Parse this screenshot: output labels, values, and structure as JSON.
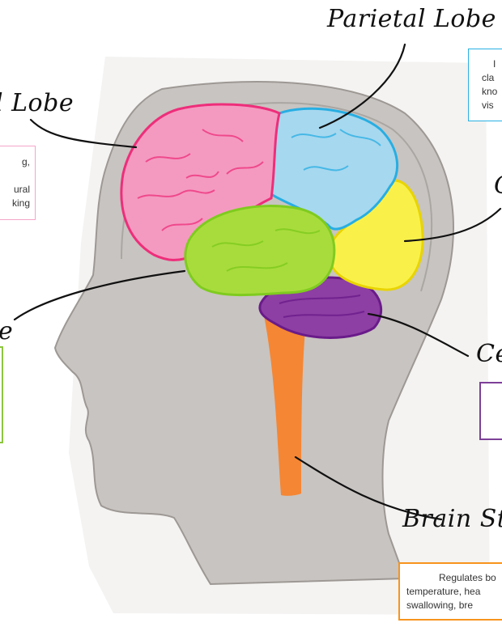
{
  "labels": {
    "frontal": "l Lobe",
    "parietal": "Parietal Lobe",
    "occipital": "O",
    "temporal": "e",
    "cerebellum": "Ce",
    "brain_stem": "Brain St"
  },
  "descriptions": {
    "frontal": [
      "g,",
      "",
      "ural",
      "king"
    ],
    "parietal": [
      "I",
      "cla",
      "kno",
      "vis"
    ],
    "temporal": [],
    "cerebellum": [],
    "brain_stem": [
      "Regulates bo",
      "temperature, hea",
      "swallowing, bre"
    ]
  },
  "colors": {
    "frontal": "#f49ac1",
    "frontal_outline": "#ee2e7a",
    "parietal": "#a6d8ef",
    "parietal_outline": "#27aee3",
    "occipital": "#f9f14a",
    "occipital_outline": "#e9d400",
    "temporal": "#a8dc3c",
    "temporal_outline": "#7fcb1f",
    "cerebellum": "#8e3fa3",
    "cerebellum_outline": "#6a1b8a",
    "brain_stem": "#f58634",
    "head_fill": "#c8c4c1",
    "frontal_box": "#f4a6c8",
    "parietal_box": "#29b0e3",
    "temporal_box": "#8dc63f",
    "cerebellum_box": "#7d3f98",
    "brain_stem_box": "#f7941d"
  }
}
